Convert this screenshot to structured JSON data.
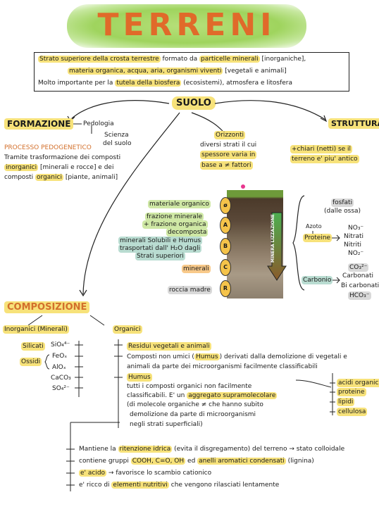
{
  "title": "TERRENI",
  "intro": {
    "line1_a": "Strato superiore della crosta terrestre",
    "line1_b": " formato da ",
    "line1_c": "particelle minerali",
    "line1_d": " [inorganiche],",
    "line2_a": "materia organica, acqua, aria, organismi viventi",
    "line2_b": " [vegetali e animali]",
    "line3_a": "Molto importante per la ",
    "line3_b": "tutela della biosfera",
    "line3_c": " (ecosistemi), atmosfera e litosfera"
  },
  "suolo": "SUOLO",
  "formazione": {
    "heading": "FORMAZIONE",
    "pedologia": "Pedologia",
    "scienza": "Scienza",
    "del_suolo": "del suolo",
    "processo": "PROCESSO PEDOGENETICO",
    "line1": "Tramite trasformazione dei composti",
    "line2_a": "inorganici",
    "line2_b": " [minerali e rocce] e dei",
    "line3_a": "composti ",
    "line3_b": "organici",
    "line3_c": " [piante, animali]"
  },
  "struttura": {
    "heading": "STRUTTURA",
    "line1": "+chiari (netti) se il",
    "line2": "terreno e' piu' antico"
  },
  "orizzonti": {
    "heading": "Orizzonti",
    "line1": "diversi strati il cui",
    "line2": "spessore varia in",
    "line3": "base a ≠ fattori"
  },
  "layers": {
    "materiale_organico": "materiale organico",
    "frazione_1": "frazione minerale",
    "frazione_2": "+ frazione organica",
    "frazione_3": "decomposta",
    "minerali_1": "minerali Solubili e Humus",
    "minerali_2": "trasportati dall' H₂O dagli",
    "minerali_3": "Strati superiori",
    "minerali": "minerali",
    "roccia_madre": "roccia madre",
    "labels": [
      "ø",
      "A",
      "B",
      "C",
      "R"
    ],
    "arrow_text": "MINERA LIZZAZIONE"
  },
  "nutrienti": {
    "fosfati": "fosfati",
    "dalle_ossa": "(dalle ossa)",
    "azoto": "Azoto",
    "proteine": "Proteine",
    "no3": "NO₃⁻",
    "nitrati": "Nitrati",
    "nitriti": "Nitriti",
    "no2": "NO₂⁻",
    "co3": "CO₃²⁻",
    "carbonio": "Carbonio",
    "carbonati": "Carbonati",
    "bicarbonati": "Bi carbonati",
    "hco3": "HCO₃⁻"
  },
  "composizione": {
    "heading": "COMPOSIZIONE",
    "inorganici": "Inorganici (Minerali)",
    "organici": "Organici",
    "silicati": "Silicati",
    "sio4": "SiO₄⁴⁻",
    "ossidi": "Ossidi",
    "feox": "FeOₓ",
    "alox": "AlOₓ",
    "caco3": "CaCO₃",
    "so4": "SO₄²⁻",
    "org1": "Residui vegetali e animali",
    "org2_a": "Composti non umici (",
    "org2_b": "Humus",
    "org2_c": ") derivati dalla demolizione di vegetali e",
    "org3": "animali da parte dei microorganismi facilmente classificabili",
    "org4": "Humus",
    "org5": "tutti i composti organici non facilmente",
    "org6_a": "classificabili. E' un ",
    "org6_b": "aggregato supramolecolare",
    "org7": "(di molecole organiche ≠ che hanno subito",
    "org8": "demolizione da parte di microorganismi",
    "org9": "negli strati superficiali)",
    "acidi": "acidi organici",
    "proteine": "proteine",
    "lipidi": "lipidi",
    "cellulosa": "cellulosa"
  },
  "bottom": {
    "b1_a": "Mantiene la ",
    "b1_b": "ritenzione idrica",
    "b1_c": " (evita il disgregamento) del terreno → stato colloidale",
    "b2_a": "contiene gruppi ",
    "b2_b": "COOH, C=O, OH",
    "b2_c": " ed ",
    "b2_d": "anelli aromatici condensati",
    "b2_e": " (lignina)",
    "b3_a": "e' acido",
    "b3_b": " → favorisce lo scambio cationico",
    "b4_a": "e' ricco di ",
    "b4_b": "elementi nutritivi",
    "b4_c": " che vengono rilasciati lentamente"
  }
}
